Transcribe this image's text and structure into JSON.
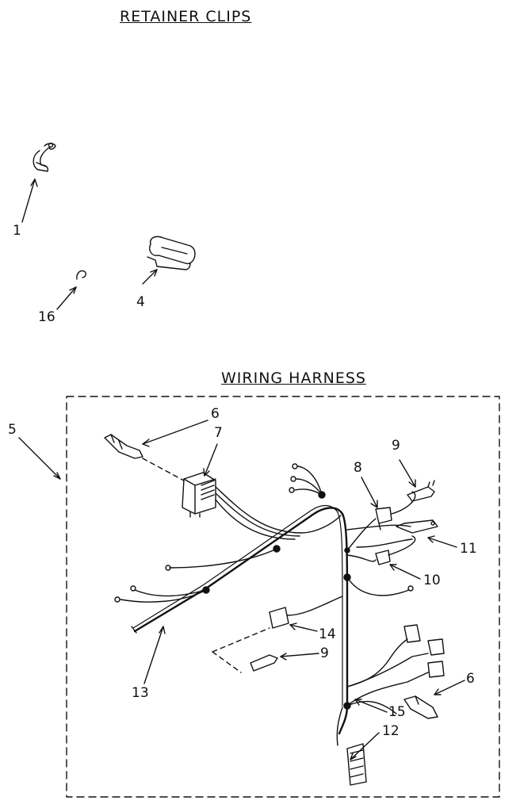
{
  "sections": {
    "retainer_clips": "RETAINER CLIPS",
    "wiring_harness": "WIRING HARNESS"
  },
  "callouts": {
    "c1": "1",
    "c4": "4",
    "c16": "16",
    "c5": "5",
    "c6a": "6",
    "c7": "7",
    "c8": "8",
    "c9a": "9",
    "c11": "11",
    "c10": "10",
    "c14": "14",
    "c9b": "9",
    "c13": "13",
    "c6b": "6",
    "c15": "15",
    "c12": "12"
  }
}
